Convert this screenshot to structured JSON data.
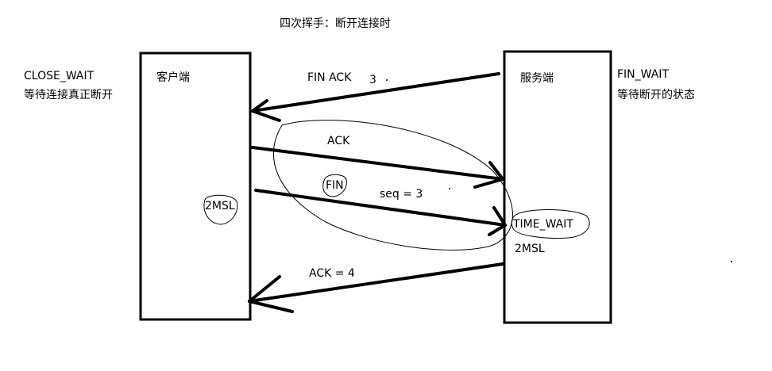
{
  "title": "四次挥手：断开连接时",
  "client": {
    "label": "客户端",
    "state": "CLOSE_WAIT",
    "state_desc": "等待连接真正断开",
    "timer": "2MSL"
  },
  "server": {
    "label": "服务端",
    "state": "FIN_WAIT",
    "state_desc": "等待断开的状态",
    "time_wait": "TIME_WAIT",
    "timer": "2MSL"
  },
  "messages": {
    "fin_ack": "FIN  ACK",
    "fin_ack_seq": "3",
    "ack": "ACK",
    "fin": "FIN",
    "seq": "seq = 3",
    "ack4": "ACK = 4"
  }
}
